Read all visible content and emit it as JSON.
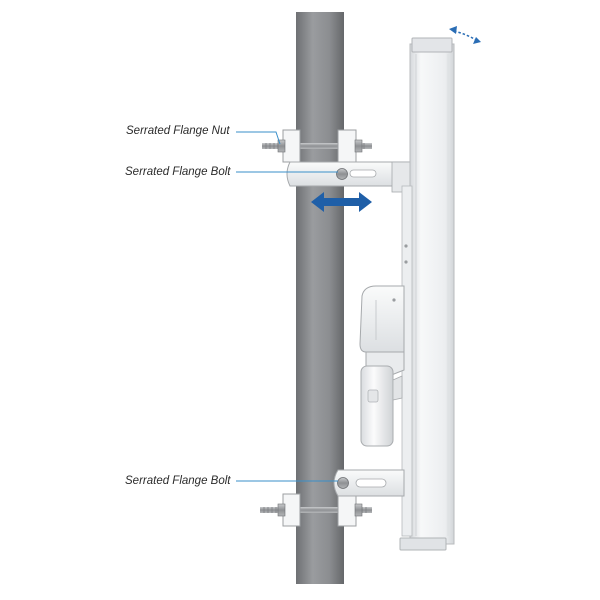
{
  "labels": {
    "nut": "Serrated Flange Nut",
    "bolt_top": "Serrated Flange Bolt",
    "bolt_bottom": "Serrated Flange Bolt"
  },
  "colors": {
    "pole": "#8a8c8f",
    "antenna": "#eef0f2",
    "bracket": "#f2f3f4",
    "callout_line": "#3a8fc9",
    "adjust_arrow": "#1f5fa8",
    "tilt_arrow": "#2a6db5",
    "bolt": "#a5a7aa"
  },
  "icons": {
    "adjust_arrow": "double-headed-horizontal-arrow",
    "tilt_arrow": "curved-double-headed-arrow"
  }
}
